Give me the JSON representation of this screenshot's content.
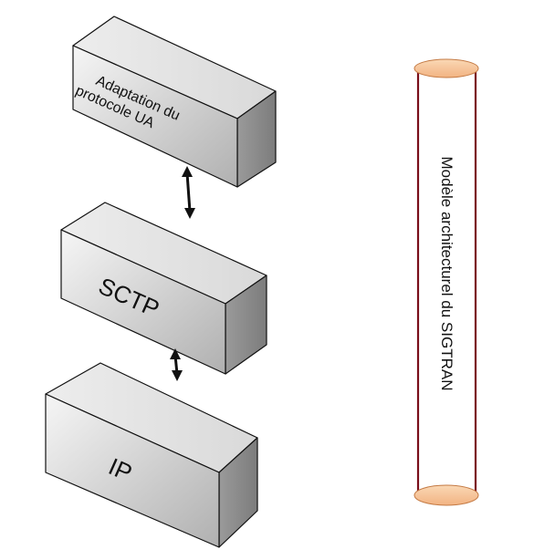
{
  "layers": [
    {
      "id": "ua",
      "label_lines": [
        "Adaptation du",
        "protocole UA"
      ]
    },
    {
      "id": "sctp",
      "label_lines": [
        "SCTP"
      ]
    },
    {
      "id": "ip",
      "label_lines": [
        "IP"
      ]
    }
  ],
  "side_label": "Modèle architecturel du SIGTRAN",
  "colors": {
    "box_front_light": "#f4f4f4",
    "box_front_dark": "#b4b4b4",
    "box_top": "#e6e6e6",
    "box_side": "#8a8a8a",
    "outline": "#111111",
    "cylinder_line": "#7a0f1a",
    "cylinder_cap": "#f7c9a0",
    "cylinder_cap_stroke": "#c0703a"
  }
}
